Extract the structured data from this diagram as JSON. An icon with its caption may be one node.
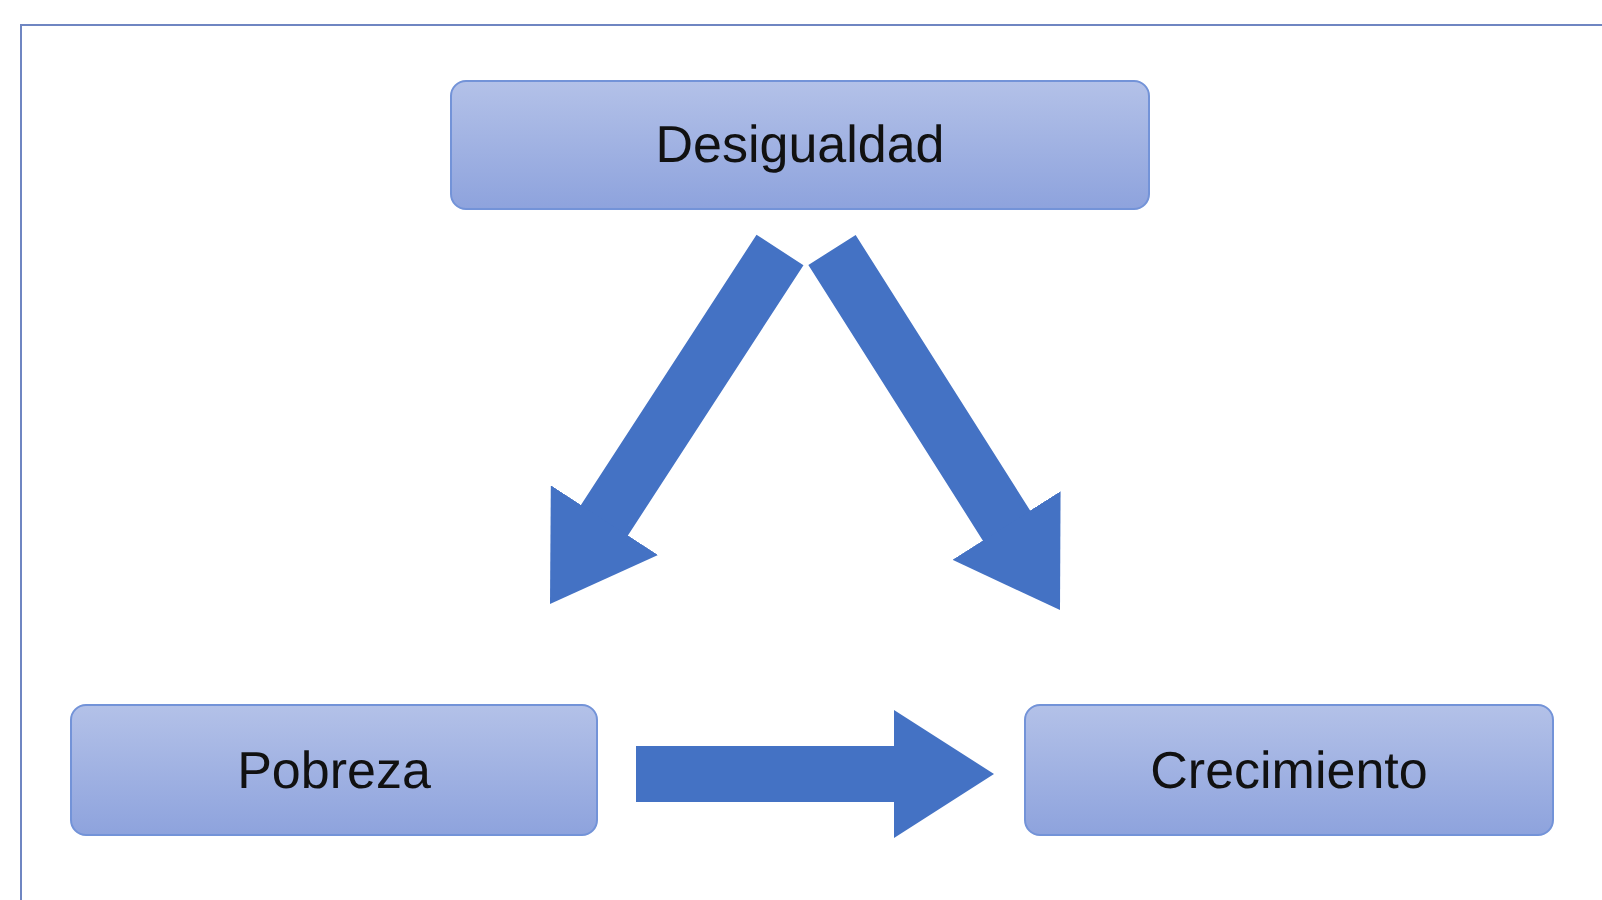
{
  "diagram": {
    "nodes": [
      {
        "text": [
          "Desigualdad"
        ]
      },
      {
        "text": [
          "Pobreza"
        ]
      },
      {
        "text": [
          "Crecimiento"
        ]
      }
    ],
    "edges": [
      {
        "from": 0,
        "to": 1,
        "arrow": "to"
      },
      {
        "from": 0,
        "to": 2,
        "arrow": "to"
      },
      {
        "from": 1,
        "to": 2,
        "arrow": "to"
      }
    ]
  }
}
